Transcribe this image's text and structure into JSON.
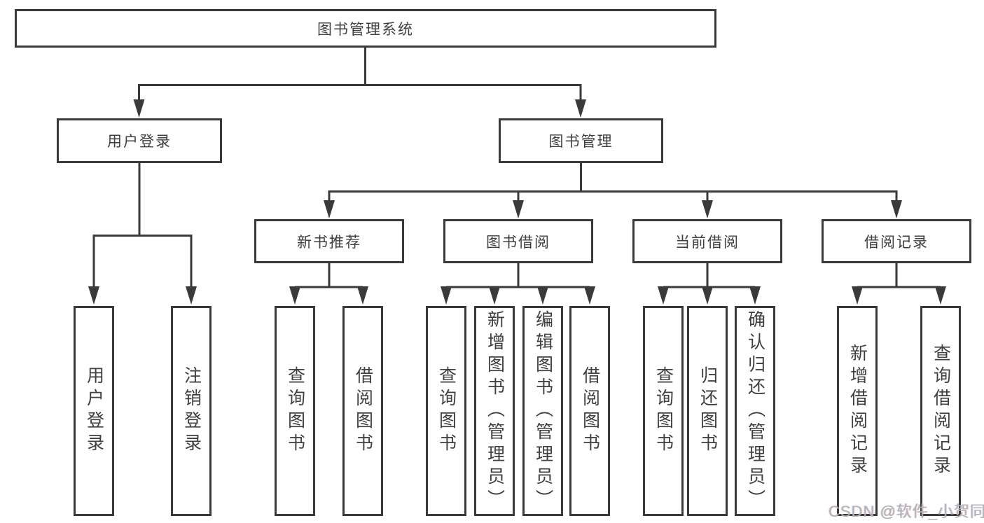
{
  "diagram": {
    "root": {
      "label": "图书管理系统"
    },
    "branches": [
      {
        "label": "用户登录",
        "leaves": [
          {
            "label": "用户登录"
          },
          {
            "label": "注销登录"
          }
        ]
      },
      {
        "label": "图书管理",
        "groups": [
          {
            "label": "新书推荐",
            "leaves": [
              {
                "label": "查询图书"
              },
              {
                "label": "借阅图书"
              }
            ]
          },
          {
            "label": "图书借阅",
            "leaves": [
              {
                "label": "查询图书"
              },
              {
                "label": "新增图书（管理员）"
              },
              {
                "label": "编辑图书（管理员）"
              },
              {
                "label": "借阅图书"
              }
            ]
          },
          {
            "label": "当前借阅",
            "leaves": [
              {
                "label": "查询图书"
              },
              {
                "label": "归还图书"
              },
              {
                "label": "确认归还（管理员）"
              }
            ]
          },
          {
            "label": "借阅记录",
            "leaves": [
              {
                "label": "新增借阅记录"
              },
              {
                "label": "查询借阅记录"
              }
            ]
          }
        ]
      }
    ]
  },
  "watermark": {
    "text": "CSDN @软件_小贺同学"
  },
  "colors": {
    "line": "#3a3a3a",
    "text": "#3f3f3f",
    "background": "#ffffff",
    "watermark": "#b2b2b2"
  }
}
